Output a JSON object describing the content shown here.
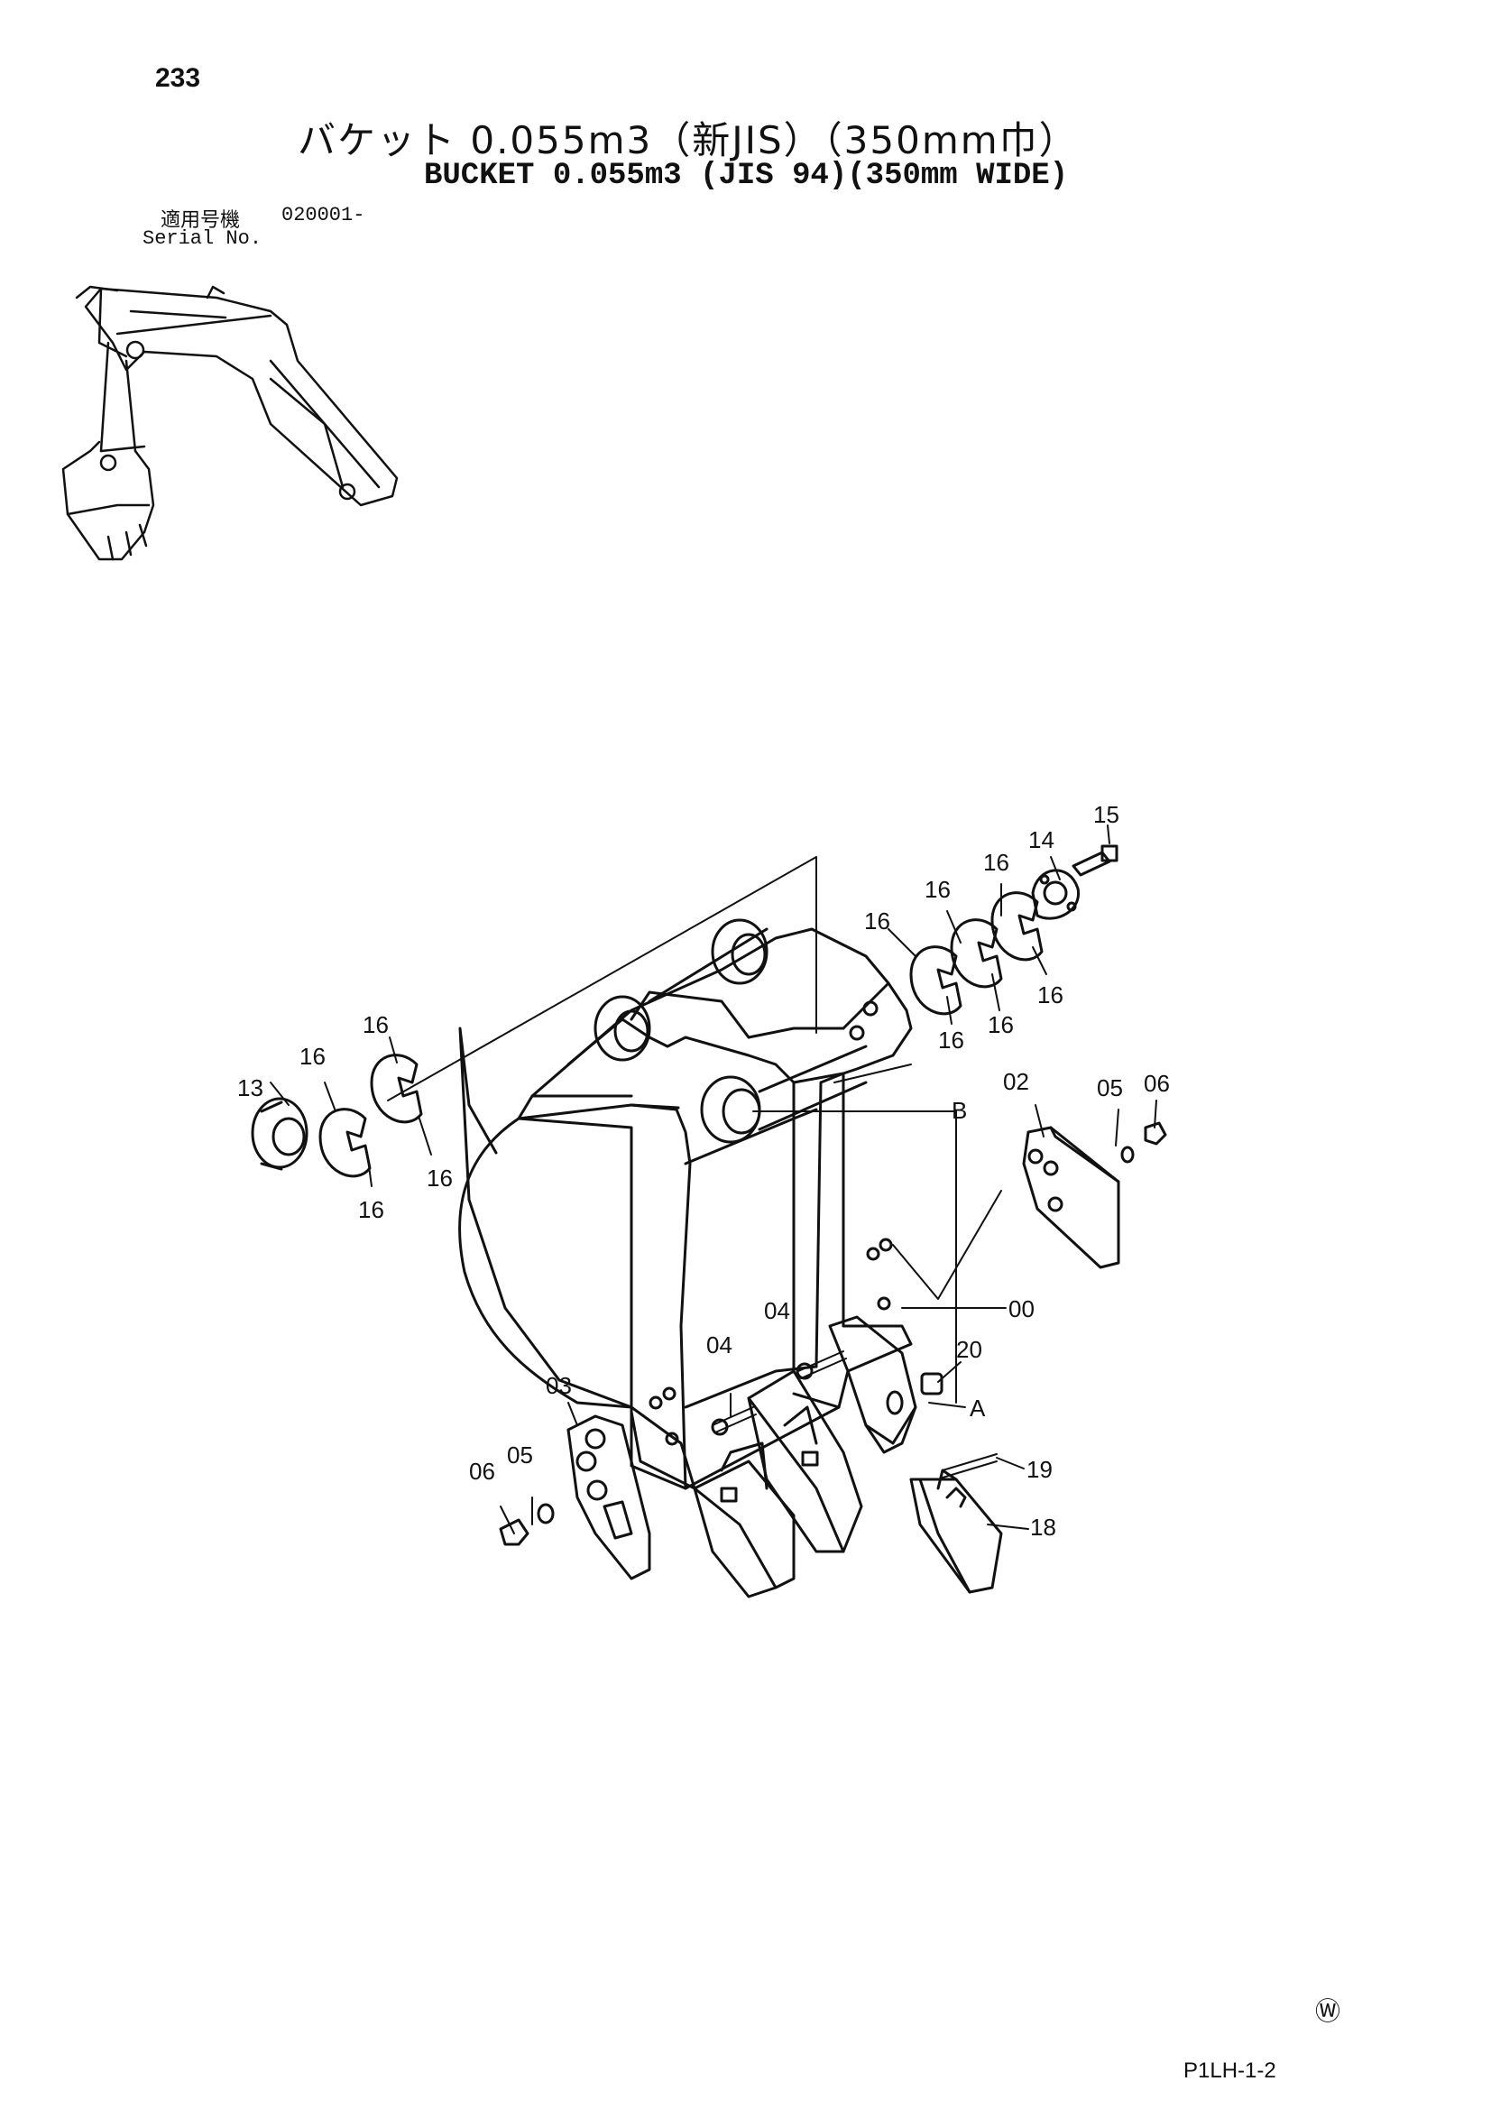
{
  "header": {
    "page_number": "233",
    "title_jp": "バケット 0.055m3（新JIS）（350mm巾）",
    "title_en": "BUCKET 0.055m3 (JIS 94)(350mm WIDE)",
    "serial_label_jp": "適用号機",
    "serial_value": "020001-",
    "serial_label_en": "Serial No."
  },
  "callouts": {
    "c00": "00",
    "c02": "02",
    "c03": "03",
    "c04a": "04",
    "c04b": "04",
    "c05a": "05",
    "c05b": "05",
    "c06a": "06",
    "c06b": "06",
    "c13": "13",
    "c14": "14",
    "c15": "15",
    "c16a": "16",
    "c16b": "16",
    "c16c": "16",
    "c16d": "16",
    "c16e": "16",
    "c16f": "16",
    "c16g": "16",
    "c16h": "16",
    "c16i": "16",
    "c16j": "16",
    "c18": "18",
    "c19": "19",
    "c20": "20",
    "refA": "A",
    "refB": "B"
  },
  "footer": {
    "mark": "Ⓦ",
    "doc_code": "P1LH-1-2"
  }
}
